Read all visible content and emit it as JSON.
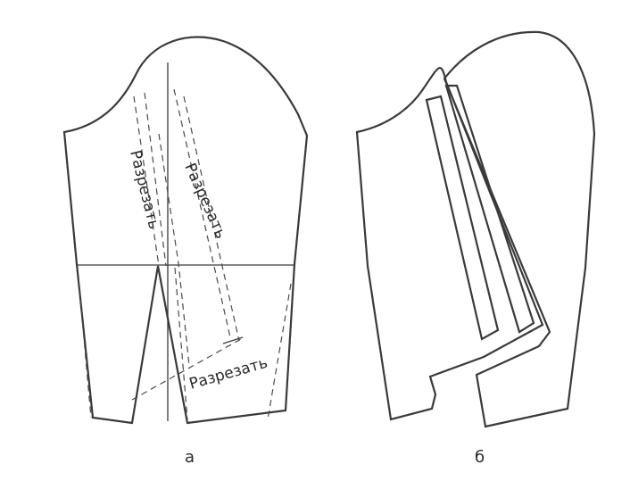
{
  "diagram": {
    "left_panel": {
      "caption": "а",
      "cut_labels": [
        "Разрезать",
        "Разрезать",
        "Разрезать"
      ]
    },
    "right_panel": {
      "caption": "б"
    }
  }
}
